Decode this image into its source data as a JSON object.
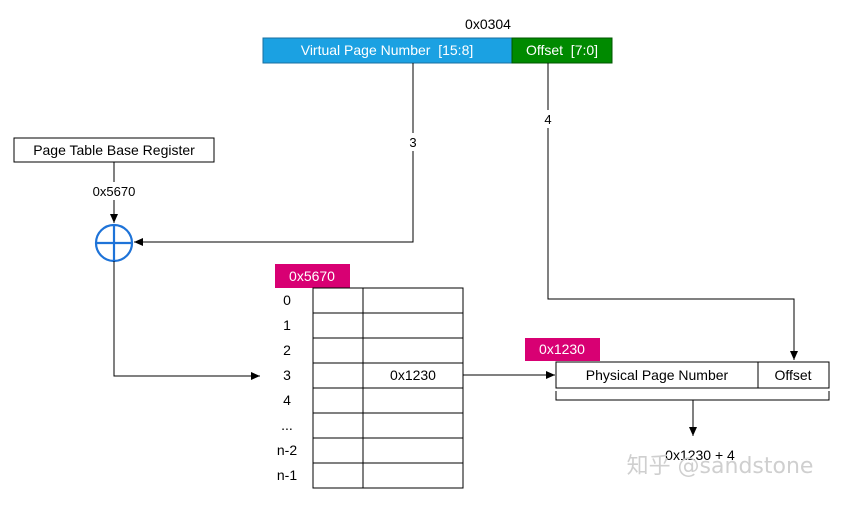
{
  "virtual_address": {
    "value": "0x0304",
    "vpn_label": "Virtual Page Number  [15:8]",
    "offset_label": "Offset  [7:0]",
    "vpn_value": "3",
    "offset_value": "4"
  },
  "ptbr": {
    "label": "Page Table Base Register",
    "value": "0x5670"
  },
  "page_table": {
    "address_tag": "0x5670",
    "rows": [
      {
        "index": "0",
        "entry": ""
      },
      {
        "index": "1",
        "entry": ""
      },
      {
        "index": "2",
        "entry": ""
      },
      {
        "index": "3",
        "entry": "0x1230"
      },
      {
        "index": "4",
        "entry": ""
      },
      {
        "index": "...",
        "entry": ""
      },
      {
        "index": "n-2",
        "entry": ""
      },
      {
        "index": "n-1",
        "entry": ""
      }
    ]
  },
  "physical_address": {
    "tag": "0x1230",
    "ppn_label": "Physical Page Number",
    "offset_label": "Offset",
    "result": "0x1230 + 4"
  },
  "watermark": "知乎 @sandstone",
  "colors": {
    "vpn": "#1ba1e2",
    "offset": "#008a00",
    "tag": "#d80073",
    "adder": "#1e73d8"
  }
}
